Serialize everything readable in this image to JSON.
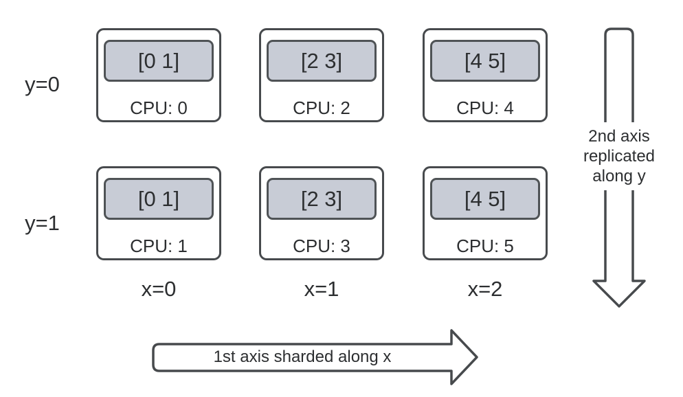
{
  "colors": {
    "outline_stroke": "#474a4d",
    "shard_fill": "#c8ccd6",
    "shard_stroke": "#4f5356",
    "text": "#2c2e30",
    "background": "#ffffff"
  },
  "grid": {
    "row_labels": [
      "y=0",
      "y=1"
    ],
    "col_labels": [
      "x=0",
      "x=1",
      "x=2"
    ],
    "cells": [
      {
        "shard": "[0 1]",
        "cpu": "CPU: 0"
      },
      {
        "shard": "[2 3]",
        "cpu": "CPU: 2"
      },
      {
        "shard": "[4 5]",
        "cpu": "CPU: 4"
      },
      {
        "shard": "[0 1]",
        "cpu": "CPU: 1"
      },
      {
        "shard": "[2 3]",
        "cpu": "CPU: 3"
      },
      {
        "shard": "[4 5]",
        "cpu": "CPU: 5"
      }
    ]
  },
  "annotations": {
    "y_axis_arrow_label": "2nd axis\nreplicated\nalong y",
    "x_axis_arrow_label": "1st axis sharded along x"
  }
}
